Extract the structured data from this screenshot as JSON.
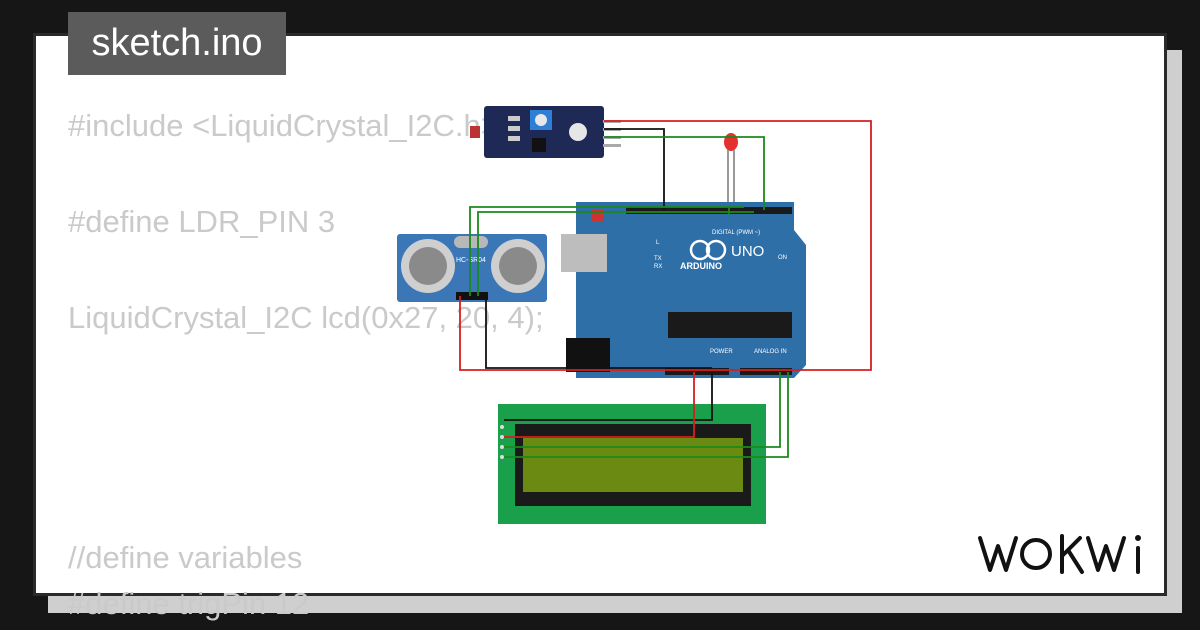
{
  "file_tab": {
    "name": "sketch.ino"
  },
  "code_lines": [
    "#include <LiquidCrystal_I2C.h>",
    "#define LDR_PIN 3",
    "LiquidCrystal_I2C lcd(0x27, 20, 4);",
    "//define variables",
    "#define trigPin 12"
  ],
  "brand": {
    "logo_text": "WOKWi"
  },
  "circuit": {
    "arduino": {
      "brand_label": "ARDUINO",
      "model_label": "UNO",
      "digital_label": "DIGITAL (PWM ~)",
      "power_label": "POWER",
      "analog_label": "ANALOG IN",
      "tx": "TX",
      "rx": "RX",
      "on": "ON",
      "l": "L"
    },
    "ultrasonic": {
      "label": "HC-SR04"
    }
  },
  "colors": {
    "wire_red": "#d81e1e",
    "wire_green": "#1a8a1a",
    "wire_black": "#111111",
    "arduino_blue": "#2f6fa8",
    "lcd_green": "#1a9f4a",
    "lcd_screen": "#6b8a12"
  }
}
